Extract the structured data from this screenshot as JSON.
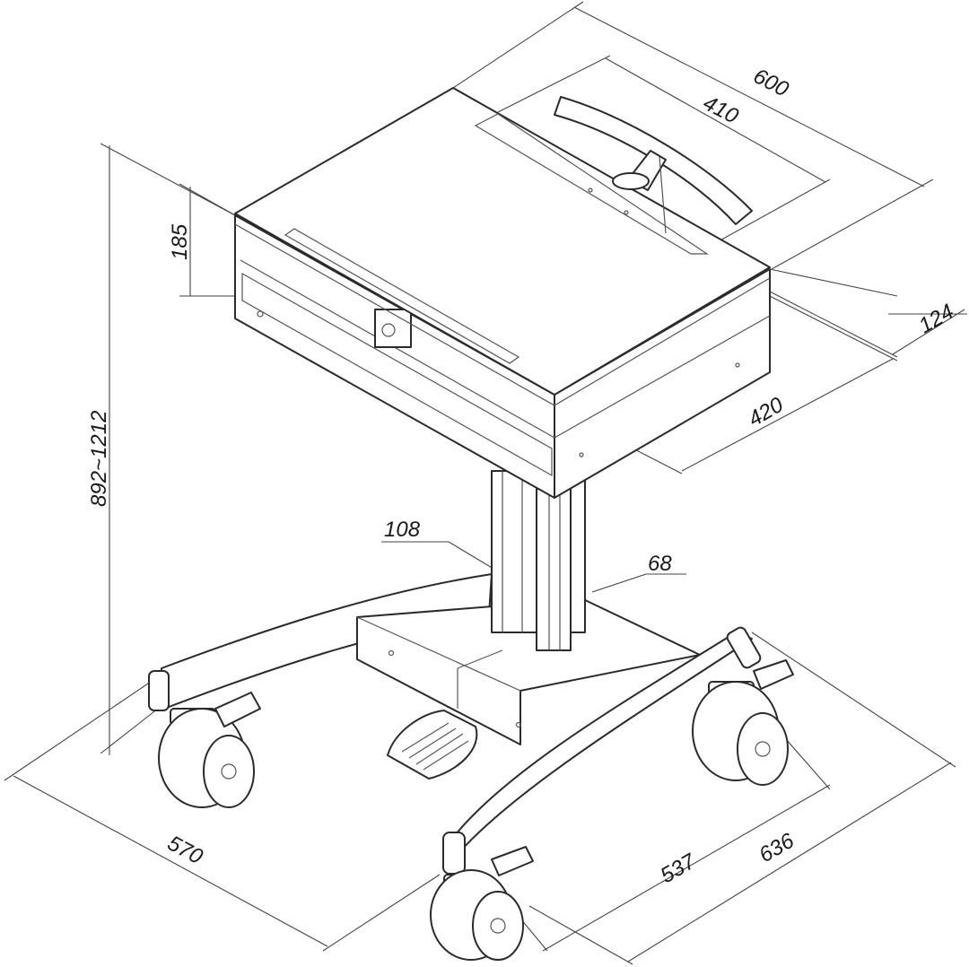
{
  "diagram": {
    "dimensions": {
      "width_total": "600",
      "width_inner": "410",
      "height_worksurface": "185",
      "depth_side": "124",
      "depth_front": "420",
      "height_range": "892~1212",
      "column_width": "108",
      "column_depth": "68",
      "base_length": "570",
      "base_width_inner": "537",
      "base_width_outer": "636"
    }
  }
}
